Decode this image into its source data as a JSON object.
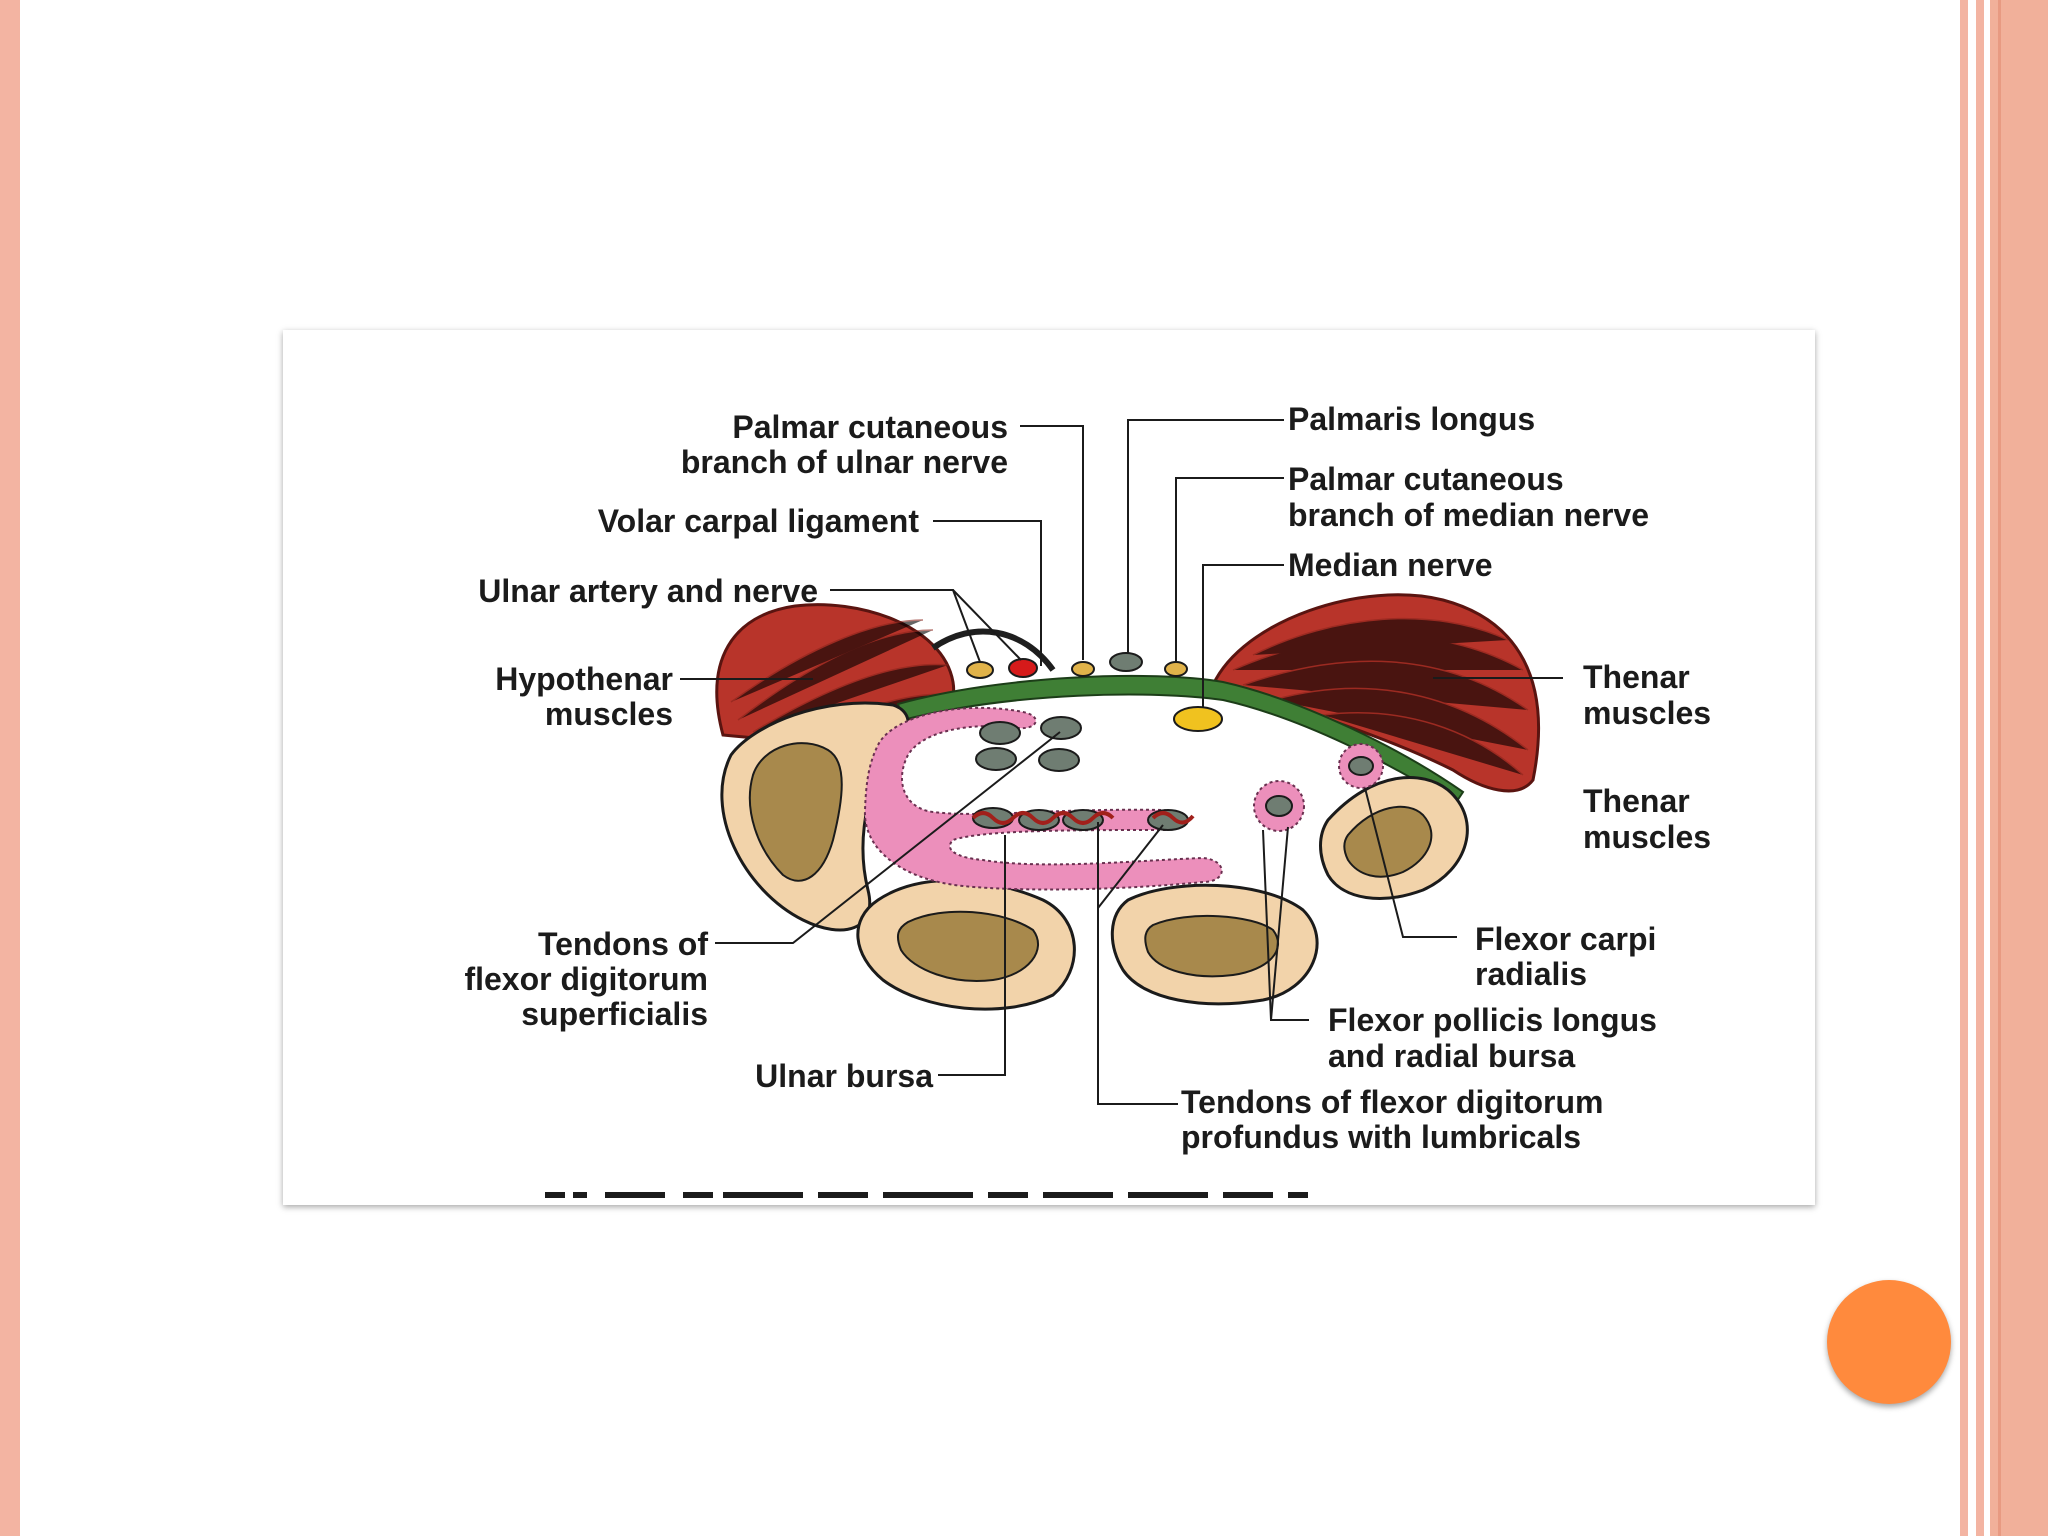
{
  "figure": {
    "labels": {
      "palmar_cutaneous_ulnar_1": "Palmar cutaneous",
      "palmar_cutaneous_ulnar_2": "branch of ulnar nerve",
      "volar_carpal_ligament": "Volar carpal ligament",
      "ulnar_artery_nerve": "Ulnar artery and nerve",
      "hypothenar_1": "Hypothenar",
      "hypothenar_2": "muscles",
      "fds_1": "Tendons of",
      "fds_2": "flexor digitorum",
      "fds_3": "superficialis",
      "ulnar_bursa": "Ulnar bursa",
      "palmaris_longus": "Palmaris longus",
      "palmar_cutaneous_median_1": "Palmar cutaneous",
      "palmar_cutaneous_median_2": "branch of median nerve",
      "median_nerve": "Median nerve",
      "thenar_a_1": "Thenar",
      "thenar_a_2": "muscles",
      "thenar_b_1": "Thenar",
      "thenar_b_2": "muscles",
      "fcr_1": "Flexor carpi",
      "fcr_2": "radialis",
      "fpl_1": "Flexor pollicis longus",
      "fpl_2": "and radial bursa",
      "fdp_1": "Tendons of flexor digitorum",
      "fdp_2": "profundus with lumbricals"
    }
  },
  "colors": {
    "accent_circle": "#ff8a3d",
    "border": "#f3b4a2",
    "muscle": "#b8342a",
    "ligament": "#3f7f35",
    "bursa": "#ec8fbb",
    "bone_outer": "#f2d3aa",
    "bone_inner": "#a8894c"
  }
}
